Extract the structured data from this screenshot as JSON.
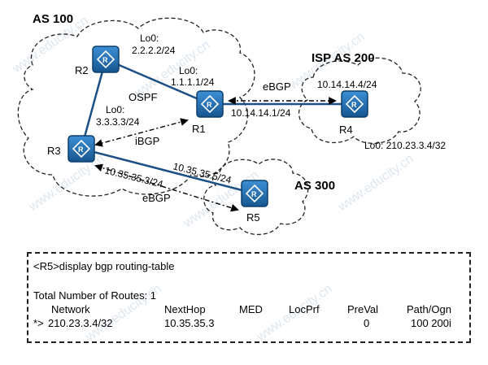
{
  "diagram": {
    "as_labels": {
      "as100": "AS 100",
      "as200": "ISP AS 200",
      "as300": "AS 300"
    },
    "routers": [
      {
        "id": "R1",
        "label": "R1"
      },
      {
        "id": "R2",
        "label": "R2"
      },
      {
        "id": "R3",
        "label": "R3"
      },
      {
        "id": "R4",
        "label": "R4"
      },
      {
        "id": "R5",
        "label": "R5"
      }
    ],
    "loopbacks": {
      "r2": {
        "line1": "Lo0:",
        "line2": "2.2.2.2/24"
      },
      "r1": {
        "line1": "Lo0:",
        "line2": "1.1.1.1/24"
      },
      "r3": {
        "line1": "Lo0:",
        "line2": "3.3.3.3/24"
      },
      "r4": "Lo0:  210.23.3.4/32"
    },
    "protocols": {
      "ospf": "OSPF",
      "ibgp": "iBGP",
      "ebgp_r1_r4": "eBGP",
      "ebgp_r3_r5": "eBGP"
    },
    "interfaces": {
      "r4_to_r1": "10.14.14.4/24",
      "r1_to_r4": "10.14.14.1/24",
      "r3_to_r5": "10.35.35.3/24",
      "r5_to_r3": "10.35.35.5/24"
    },
    "colors": {
      "router_fill": "#1f6fb2",
      "router_border": "#0d3f6b",
      "link": "#1b4f85"
    }
  },
  "cli": {
    "command": "<R5>display bgp routing-table",
    "total": "Total Number of Routes: 1",
    "headers": {
      "network": "Network",
      "nexthop": "NextHop",
      "med": "MED",
      "locprf": "LocPrf",
      "preval": "PreVal",
      "path": "Path/Ogn"
    },
    "row": {
      "flags": "*>",
      "network": "210.23.3.4/32",
      "nexthop": "10.35.35.3",
      "med": "",
      "locprf": "",
      "preval": "0",
      "path": "100 200i"
    }
  }
}
